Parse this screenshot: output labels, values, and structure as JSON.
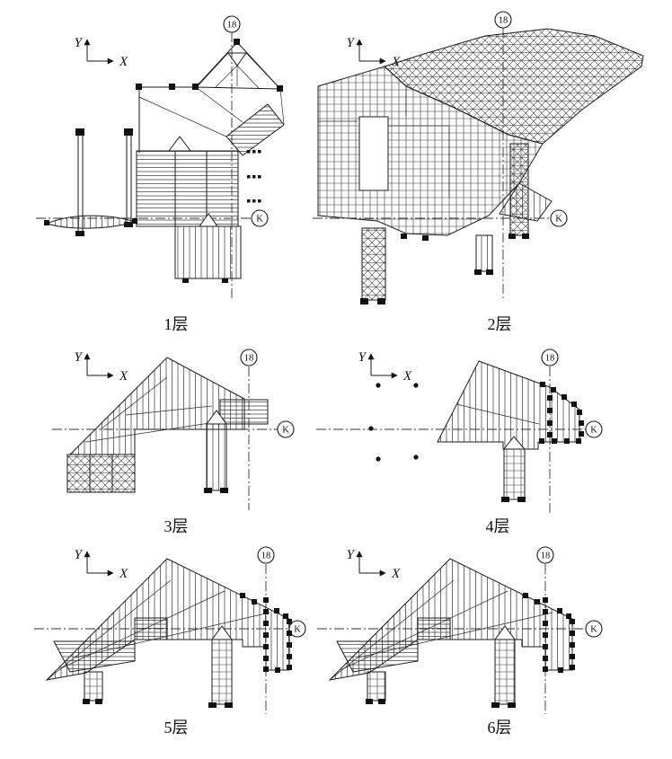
{
  "figure": {
    "panels": [
      {
        "caption": "1层",
        "axis_y": "Y",
        "axis_x": "X",
        "bubble_top": "18",
        "bubble_right": "K"
      },
      {
        "caption": "2层",
        "axis_y": "Y",
        "axis_x": "X",
        "bubble_top": "18",
        "bubble_right": "K"
      },
      {
        "caption": "3层",
        "axis_y": "Y",
        "axis_x": "X",
        "bubble_top": "18",
        "bubble_right": "K"
      },
      {
        "caption": "4层",
        "axis_y": "Y",
        "axis_x": "X",
        "bubble_top": "18",
        "bubble_right": "K"
      },
      {
        "caption": "5层",
        "axis_y": "Y",
        "axis_x": "X",
        "bubble_top": "18",
        "bubble_right": "K"
      },
      {
        "caption": "6层",
        "axis_y": "Y",
        "axis_x": "X",
        "bubble_top": "18",
        "bubble_right": "K"
      }
    ]
  }
}
